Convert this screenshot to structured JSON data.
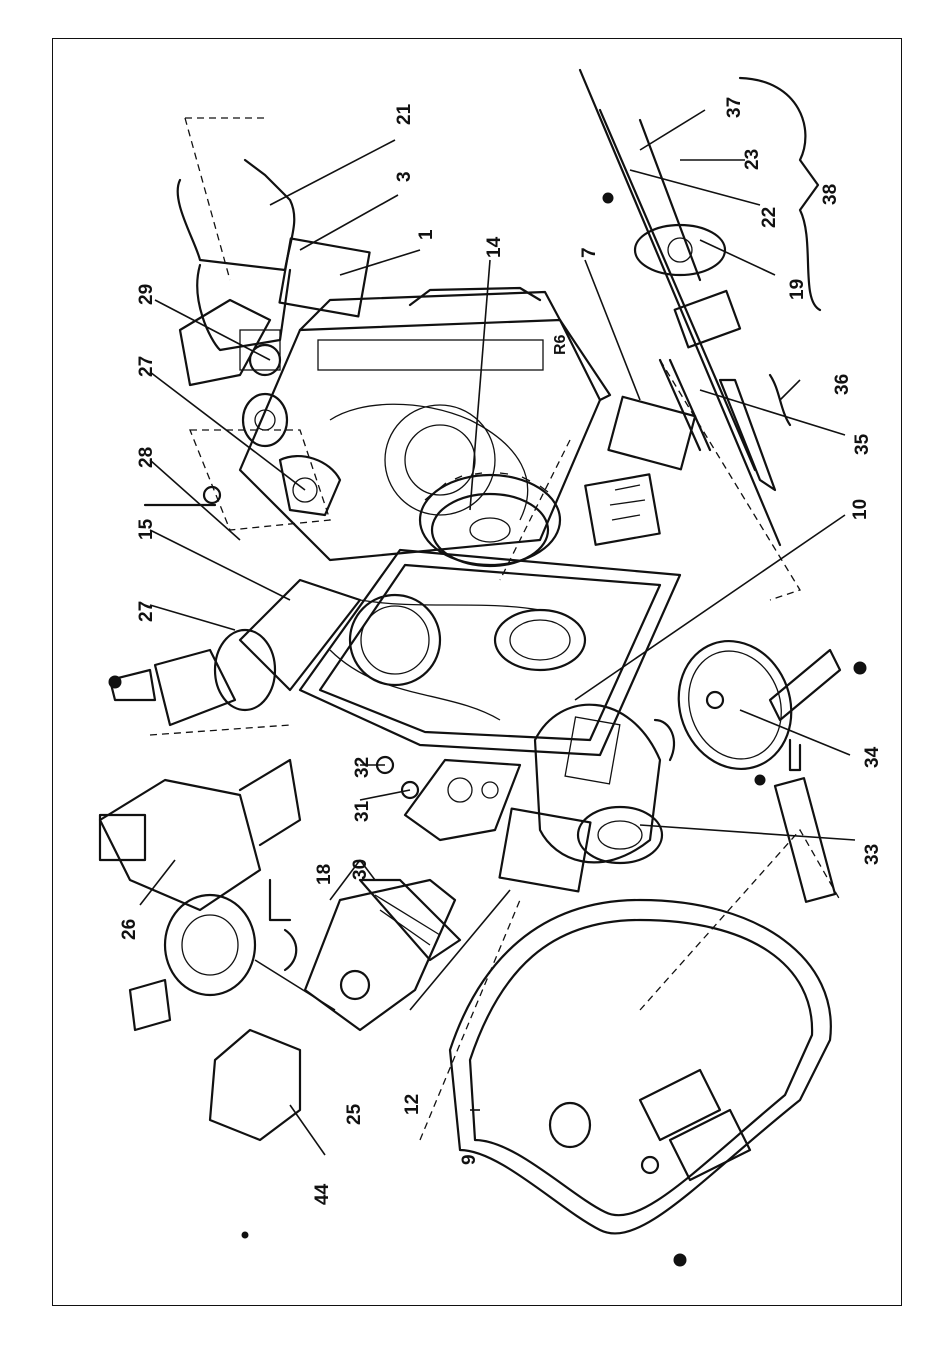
{
  "figure": {
    "stamp": "R6",
    "callouts": [
      {
        "id": "c21",
        "label": "21"
      },
      {
        "id": "c3",
        "label": "3"
      },
      {
        "id": "c1",
        "label": "1"
      },
      {
        "id": "c14",
        "label": "14"
      },
      {
        "id": "c7",
        "label": "7"
      },
      {
        "id": "c37",
        "label": "37"
      },
      {
        "id": "c23",
        "label": "23"
      },
      {
        "id": "c22",
        "label": "22"
      },
      {
        "id": "c38",
        "label": "38"
      },
      {
        "id": "c19",
        "label": "19"
      },
      {
        "id": "c29",
        "label": "29"
      },
      {
        "id": "c27a",
        "label": "27"
      },
      {
        "id": "c28",
        "label": "28"
      },
      {
        "id": "c15",
        "label": "15"
      },
      {
        "id": "c27b",
        "label": "27"
      },
      {
        "id": "c36",
        "label": "36"
      },
      {
        "id": "c35",
        "label": "35"
      },
      {
        "id": "c10",
        "label": "10"
      },
      {
        "id": "c32",
        "label": "32"
      },
      {
        "id": "c31",
        "label": "31"
      },
      {
        "id": "c34",
        "label": "34"
      },
      {
        "id": "c33",
        "label": "33"
      },
      {
        "id": "c26",
        "label": "26"
      },
      {
        "id": "c30",
        "label": "30"
      },
      {
        "id": "c18",
        "label": "18"
      },
      {
        "id": "c25",
        "label": "25"
      },
      {
        "id": "c12",
        "label": "12"
      },
      {
        "id": "c9",
        "label": "9"
      },
      {
        "id": "c44",
        "label": "44"
      }
    ]
  }
}
